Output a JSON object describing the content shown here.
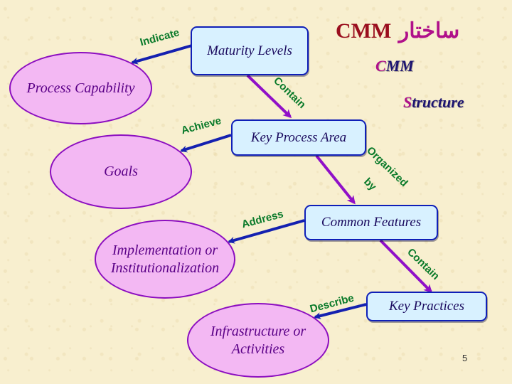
{
  "title": {
    "persian_word": "ساختار",
    "acronym": "CMM",
    "sub_cmm_first": "C",
    "sub_cmm_rest": "MM",
    "structure_first": "S",
    "structure_rest": "tructure"
  },
  "boxes": {
    "maturity_levels": "Maturity Levels",
    "key_process_area": "Key Process Area",
    "common_features": "Common Features",
    "key_practices": "Key Practices"
  },
  "ellipses": {
    "process_capability": "Process Capability",
    "goals": "Goals",
    "implementation_line1": "Implementation or",
    "implementation_line2": "Institutionalization",
    "infrastructure_line1": "Infrastructure or",
    "infrastructure_line2": "Activities"
  },
  "relations": {
    "indicate": "Indicate",
    "achieve": "Achieve",
    "address": "Address",
    "describe": "Describe",
    "contain_1": "Contain",
    "organized": "Organized",
    "by": "by",
    "contain_2": "Contain"
  },
  "page_number": "5",
  "colors": {
    "background": "#f8efcf",
    "box_fill": "#d8f1ff",
    "box_border": "#0f1fb8",
    "ellipse_fill": "#f3b8f3",
    "ellipse_border": "#8c0ec0",
    "label_green": "#0a7a2a",
    "arrow_blue": "#1420b0",
    "arrow_purple": "#9010c8"
  }
}
